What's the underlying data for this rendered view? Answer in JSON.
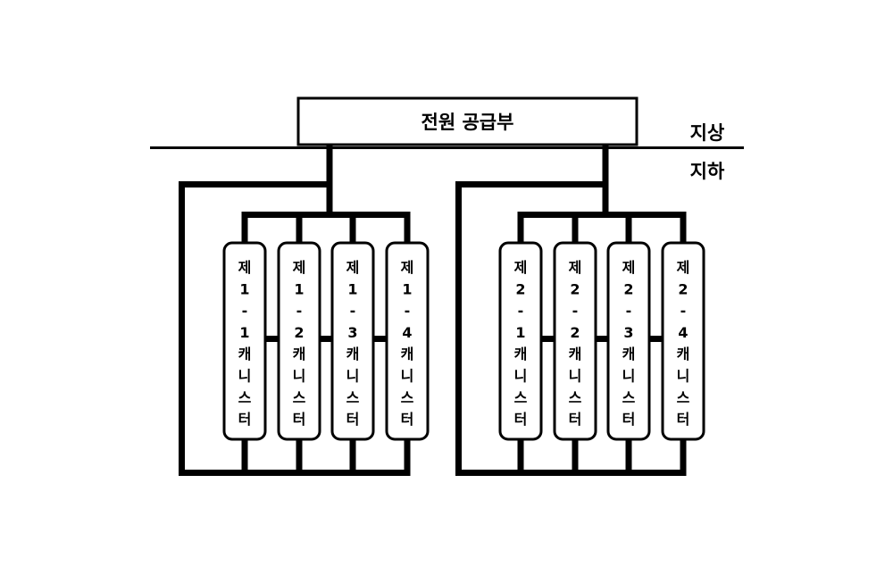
{
  "power_supply": {
    "label": "전원 공급부"
  },
  "levels": {
    "above": "지상",
    "below": "지하"
  },
  "groups": [
    {
      "canisters": [
        {
          "chars": [
            "제",
            "1",
            "-",
            "1",
            "캐",
            "니",
            "스",
            "터"
          ]
        },
        {
          "chars": [
            "제",
            "1",
            "-",
            "2",
            "캐",
            "니",
            "스",
            "터"
          ]
        },
        {
          "chars": [
            "제",
            "1",
            "-",
            "3",
            "캐",
            "니",
            "스",
            "터"
          ]
        },
        {
          "chars": [
            "제",
            "1",
            "-",
            "4",
            "캐",
            "니",
            "스",
            "터"
          ]
        }
      ]
    },
    {
      "canisters": [
        {
          "chars": [
            "제",
            "2",
            "-",
            "1",
            "캐",
            "니",
            "스",
            "터"
          ]
        },
        {
          "chars": [
            "제",
            "2",
            "-",
            "2",
            "캐",
            "니",
            "스",
            "터"
          ]
        },
        {
          "chars": [
            "제",
            "2",
            "-",
            "3",
            "캐",
            "니",
            "스",
            "터"
          ]
        },
        {
          "chars": [
            "제",
            "2",
            "-",
            "4",
            "캐",
            "니",
            "스",
            "터"
          ]
        }
      ]
    }
  ]
}
